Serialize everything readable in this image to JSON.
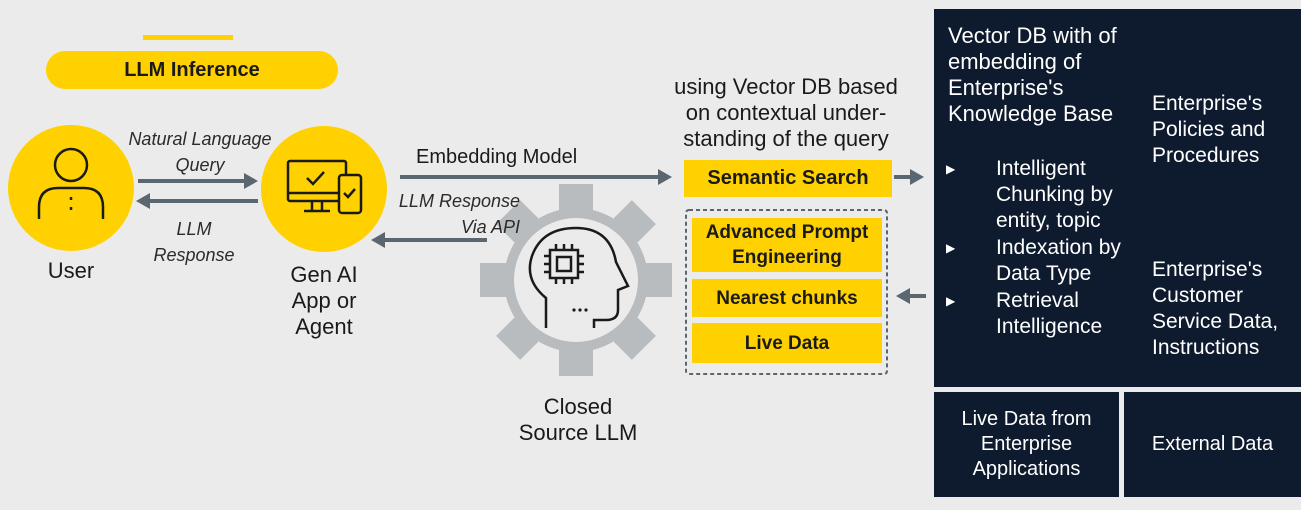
{
  "header": {
    "pill_label": "LLM Inference"
  },
  "user": {
    "label": "User"
  },
  "app": {
    "label": "Gen AI App or Agent"
  },
  "arrows": {
    "query_label": "Natural Language Query",
    "response_label": "LLM Response",
    "api_label": "LLM Response Via API",
    "embedding_label": "Embedding Model"
  },
  "search": {
    "description": "using Vector DB based on contextual under-standing of the query",
    "semantic_search": "Semantic Search"
  },
  "prompt_group": {
    "advanced_prompt": "Advanced Prompt Engineering",
    "nearest_chunks": "Nearest chunks",
    "live_data": "Live Data"
  },
  "llm": {
    "label": "Closed Source LLM"
  },
  "vector_db": {
    "title": "Vector DB with of embedding of Enterprise's Knowledge Base",
    "bullets": [
      "Intelligent Chunking by entity, topic",
      "Indexation by Data Type",
      "Retrieval Intelligence"
    ],
    "policies": "Enterprise's Policies and Procedures",
    "customer": "Enterprise's Customer Service Data, Instructions"
  },
  "sources": {
    "live": "Live Data from Enterprise Applications",
    "external": "External Data"
  },
  "colors": {
    "accent": "#ffd100",
    "dark_panel": "#0e1a2e",
    "arrow": "#5a6670",
    "gear": "#b9bcbf"
  }
}
